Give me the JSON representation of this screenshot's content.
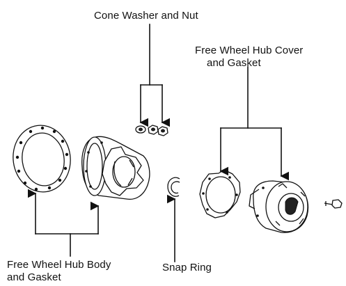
{
  "labels": {
    "cone_washer": "Cone Washer and Nut",
    "cover_line1": "Free Wheel Hub Cover",
    "cover_line2": "and Gasket",
    "snap_ring": "Snap Ring",
    "body_line1": "Free Wheel Hub Body",
    "body_line2": "and Gasket"
  },
  "colors": {
    "ink": "#111111",
    "background": "#ffffff"
  }
}
